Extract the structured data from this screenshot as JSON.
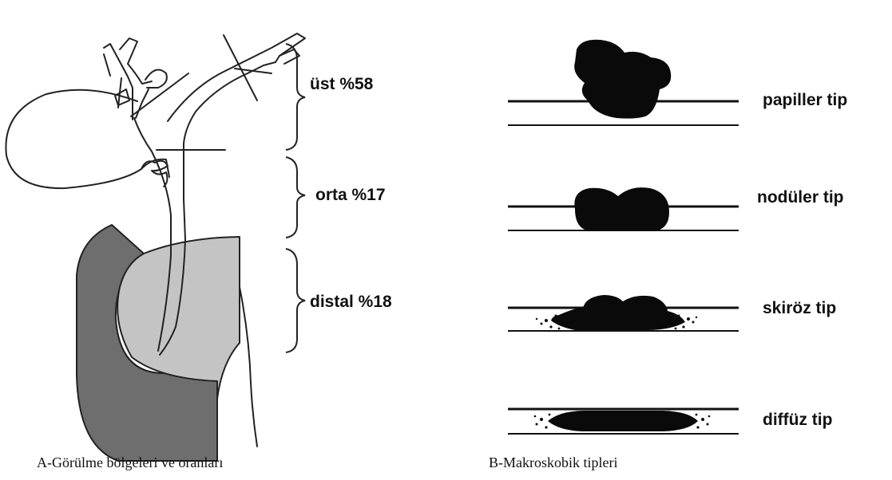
{
  "panel_a": {
    "regions": [
      {
        "label": "üst %58"
      },
      {
        "label": "orta %17"
      },
      {
        "label": "distal %18"
      }
    ],
    "caption": "A-Görülme bölgeleri ve oranları",
    "colors": {
      "duodenum": "#6e6e6e",
      "pancreas": "#c4c4c4",
      "outline": "#222222"
    }
  },
  "panel_b": {
    "types": [
      {
        "label": "papiller tip"
      },
      {
        "label": "nodüler tip"
      },
      {
        "label": "skiröz tip"
      },
      {
        "label": "diffüz tip"
      }
    ],
    "caption": "B-Makroskobik tipleri",
    "colors": {
      "tumor": "#0a0a0a",
      "duct_wall": "#111111"
    }
  }
}
